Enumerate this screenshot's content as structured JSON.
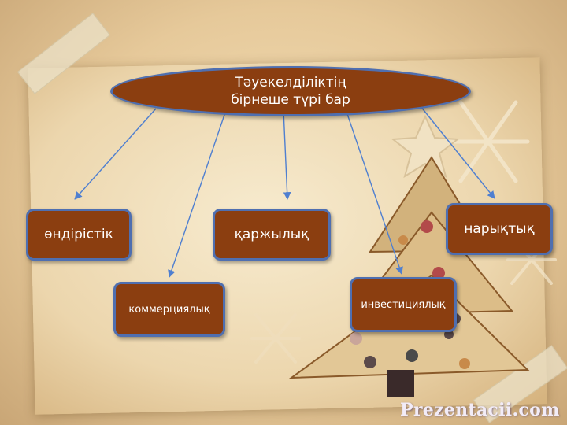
{
  "diagram": {
    "root": "Тәуекелділіктің\nбірнеше түрі бар",
    "nodes": {
      "production": "өндірістік",
      "financial": "қаржылық",
      "market": "нарықтық",
      "commercial": "коммерциялық",
      "investment": "инвестициялық"
    }
  },
  "colors": {
    "node_fill": "#8b3e10",
    "node_border": "#4f6fb0",
    "connector": "#4f7fd0"
  },
  "watermark": "Prezentacii.com"
}
